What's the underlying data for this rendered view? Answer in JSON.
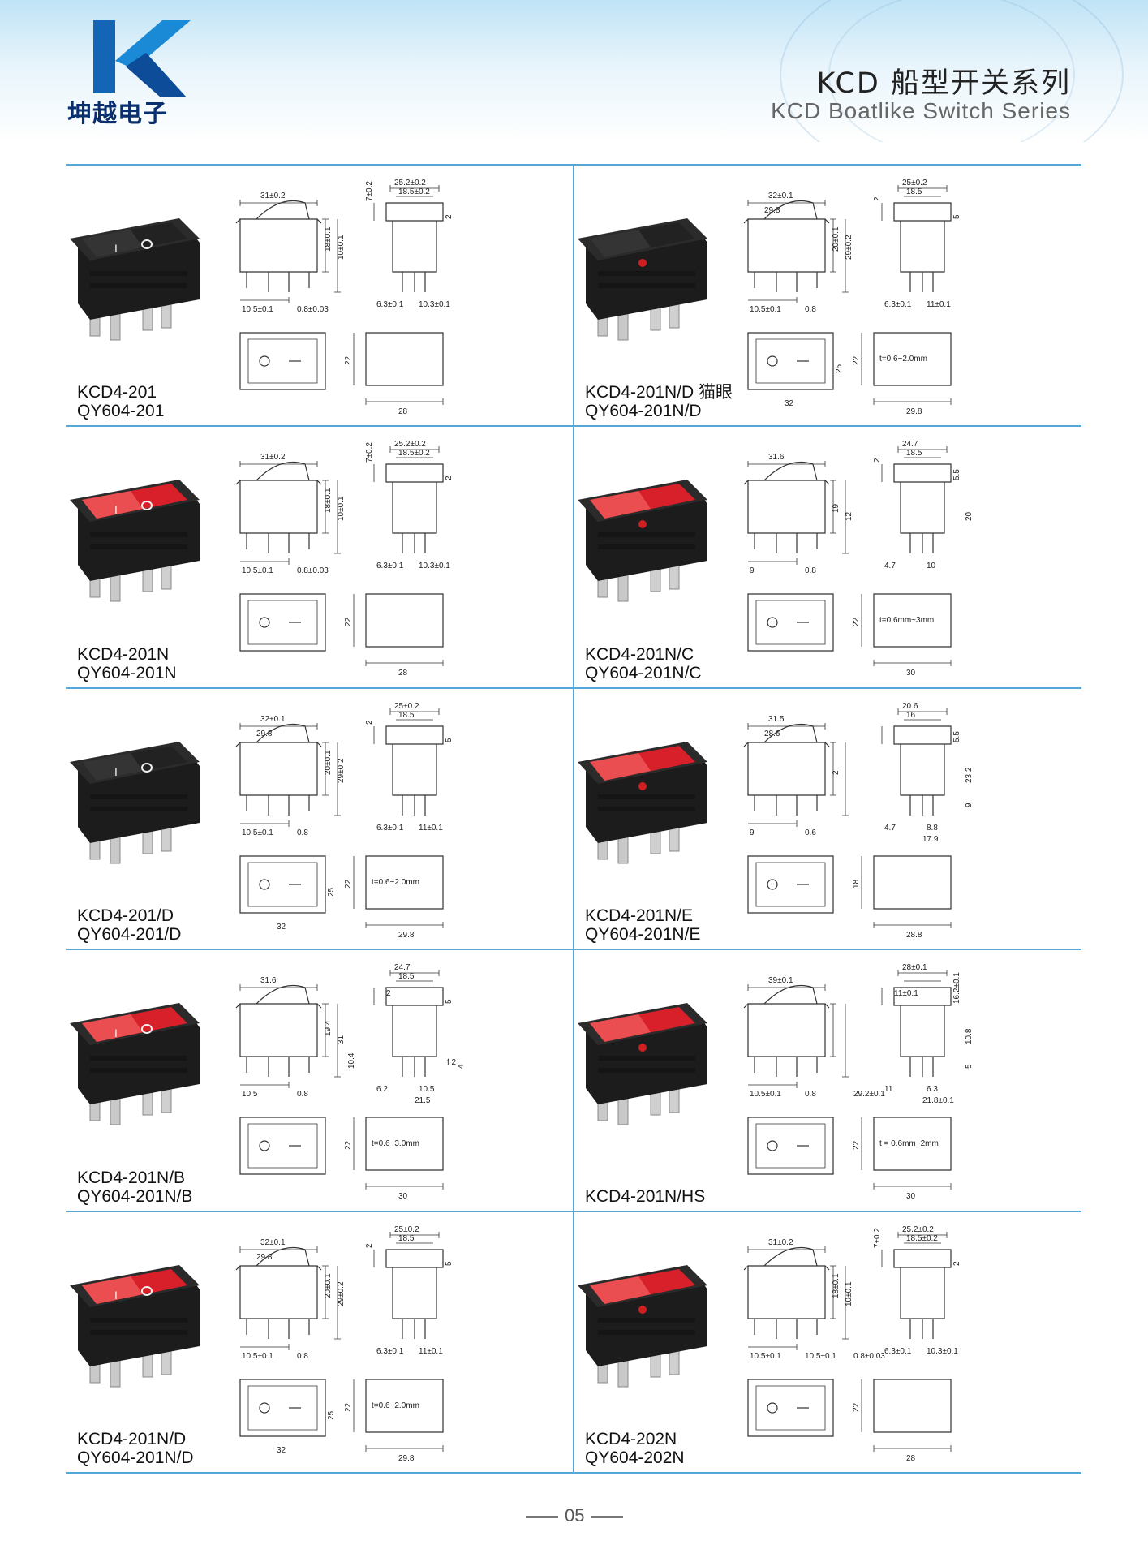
{
  "header": {
    "brand_cn": "坤越电子",
    "title_cn": "KCD 船型开关系列",
    "title_en": "KCD Boatlike Switch Series",
    "brand_color": "#0a2f6e"
  },
  "products": [
    {
      "line1": "KCD4-201",
      "line2": "QY604-201",
      "color": "black"
    },
    {
      "line1": "KCD4-201N/D 猫眼",
      "line2": "QY604-201N/D",
      "color": "black"
    },
    {
      "line1": "KCD4-201N",
      "line2": "QY604-201N",
      "color": "red"
    },
    {
      "line1": "KCD4-201N/C",
      "line2": "QY604-201N/C",
      "color": "red"
    },
    {
      "line1": "KCD4-201/D",
      "line2": "QY604-201/D",
      "color": "black"
    },
    {
      "line1": "KCD4-201N/E",
      "line2": "QY604-201N/E",
      "color": "red"
    },
    {
      "line1": "KCD4-201N/B",
      "line2": "QY604-201N/B",
      "color": "red"
    },
    {
      "line1": "KCD4-201N/HS",
      "line2": "",
      "color": "red"
    },
    {
      "line1": "KCD4-201N/D",
      "line2": "QY604-201N/D",
      "color": "red"
    },
    {
      "line1": "KCD4-202N",
      "line2": "QY604-202N",
      "color": "red"
    }
  ],
  "dims": [
    {
      "w": "31±0.2",
      "h1": "18±0.1",
      "h2": "10±0.1",
      "b1": "10.5±0.1",
      "b2": "0.8±0.03",
      "sw1": "25.2±0.2",
      "sw2": "18.5±0.2",
      "sh": "7±0.2",
      "s2": "2",
      "sb1": "6.3±0.1",
      "sb2": "10.3±0.1",
      "cut_h": "22",
      "cut_w": "28",
      "t": ""
    },
    {
      "w": "32±0.1",
      "w2": "29.8",
      "h1": "20±0.1",
      "h2": "29±0.2",
      "b1": "10.5±0.1",
      "b2": "0.8",
      "sw1": "25±0.2",
      "sw2": "18.5",
      "sh": "2",
      "s2": "5",
      "sb1": "6.3±0.1",
      "sb2": "11±0.1",
      "face_h": "25",
      "face_w": "32",
      "cut_h": "22",
      "cut_w": "29.8",
      "t": "t=0.6~2.0mm"
    },
    {
      "w": "31±0.2",
      "h1": "18±0.1",
      "h2": "10±0.1",
      "b1": "10.5±0.1",
      "b2": "0.8±0.03",
      "sw1": "25.2±0.2",
      "sw2": "18.5±0.2",
      "sh": "7±0.2",
      "s2": "2",
      "sb1": "6.3±0.1",
      "sb2": "10.3±0.1",
      "cut_h": "22",
      "cut_w": "28",
      "t": ""
    },
    {
      "w": "31.6",
      "h1": "19",
      "h2": "12",
      "b1": "9",
      "b2": "0.8",
      "sw1": "24.7",
      "sw2": "18.5",
      "sh": "2",
      "s2": "5.5",
      "s3": "20",
      "sb1": "4.7",
      "sb2": "10",
      "cut_h": "22",
      "cut_w": "30",
      "t": "t=0.6mm~3mm"
    },
    {
      "w": "32±0.1",
      "w2": "29.8",
      "h1": "20±0.1",
      "h2": "29±0.2",
      "b1": "10.5±0.1",
      "b2": "0.8",
      "sw1": "25±0.2",
      "sw2": "18.5",
      "sh": "2",
      "s2": "5",
      "sb1": "6.3±0.1",
      "sb2": "11±0.1",
      "face_h": "25",
      "face_w": "32",
      "cut_h": "22",
      "cut_w": "29.8",
      "t": "t=0.6~2.0mm"
    },
    {
      "w": "31.5",
      "w2": "28.6",
      "h1": "2",
      "b1": "9",
      "b2": "0.6",
      "sw1": "20.6",
      "sw2": "16",
      "s2": "5.5",
      "s3": "23.2",
      "s4": "9",
      "sb1": "4.7",
      "sb2": "8.8",
      "sb3": "17.9",
      "cut_h": "18",
      "cut_w": "28.8",
      "t": ""
    },
    {
      "w": "31.6",
      "h1": "19.4",
      "h2": "31",
      "h3": "10.4",
      "s1": "2",
      "b1": "10.5",
      "b2": "0.8",
      "sw1": "24.7",
      "sw2": "18.5",
      "s2": "5",
      "sb1": "6.2",
      "sb2": "10.5",
      "sb3": "21.5",
      "f": "f 2",
      "s4": "4",
      "cut_h": "22",
      "cut_w": "30",
      "t": "t=0.6~3.0mm"
    },
    {
      "w": "39±0.1",
      "b1": "10.5±0.1",
      "b2": "0.8",
      "b3": "29.2±0.1",
      "sw1": "28±0.1",
      "s1": "11±0.1",
      "s2": "16.2±0.1",
      "s3": "10.8",
      "s4": "5",
      "sb1": "11",
      "sb2": "6.3",
      "sb3": "21.8±0.1",
      "cut_h": "22",
      "cut_w": "30",
      "t": "t = 0.6mm~2mm"
    },
    {
      "w": "32±0.1",
      "w2": "29.8",
      "h1": "20±0.1",
      "h2": "29±0.2",
      "b1": "10.5±0.1",
      "b2": "0.8",
      "sw1": "25±0.2",
      "sw2": "18.5",
      "sh": "2",
      "s2": "5",
      "sb1": "6.3±0.1",
      "sb2": "11±0.1",
      "face_h": "25",
      "face_w": "32",
      "cut_h": "22",
      "cut_w": "29.8",
      "t": "t=0.6~2.0mm"
    },
    {
      "w": "31±0.2",
      "h1": "18±0.1",
      "h2": "10±0.1",
      "b1": "10.5±0.1",
      "b2": "10.5±0.1",
      "b3": "0.8±0.03",
      "sw1": "25.2±0.2",
      "sw2": "18.5±0.2",
      "sh": "7±0.2",
      "s2": "2",
      "sb1": "6.3±0.1",
      "sb2": "10.3±0.1",
      "cut_h": "22",
      "cut_w": "28",
      "t": ""
    }
  ],
  "footer": {
    "page": "05"
  }
}
